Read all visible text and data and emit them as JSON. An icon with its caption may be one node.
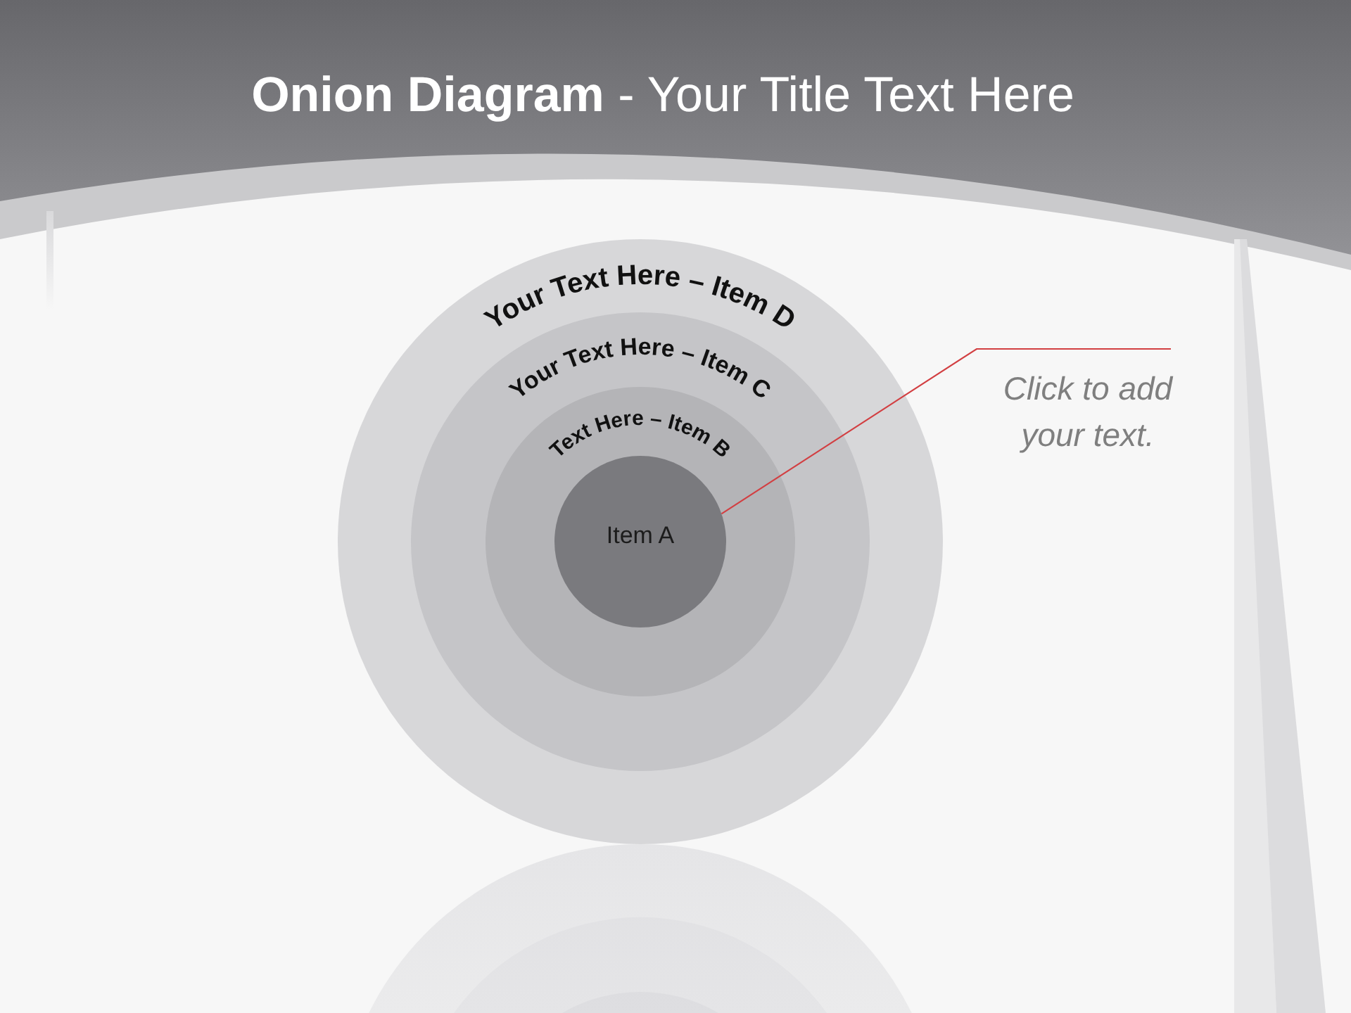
{
  "diagram": {
    "title": "**Onion Diagram** - Your Title Text Here",
    "nodes": [
      {
        "text": [
          "Your Text Here – Item D"
        ]
      },
      {
        "text": [
          "Your Text Here – Item C"
        ],
        "in": 0
      },
      {
        "text": [
          "Text Here – Item B"
        ],
        "in": 1
      },
      {
        "text": [
          "Item A"
        ],
        "in": 2
      },
      {
        "text": [
          "Click to add your text."
        ]
      }
    ],
    "edges": [
      {
        "from": 4,
        "to": 3,
        "arrow": "none"
      }
    ]
  }
}
